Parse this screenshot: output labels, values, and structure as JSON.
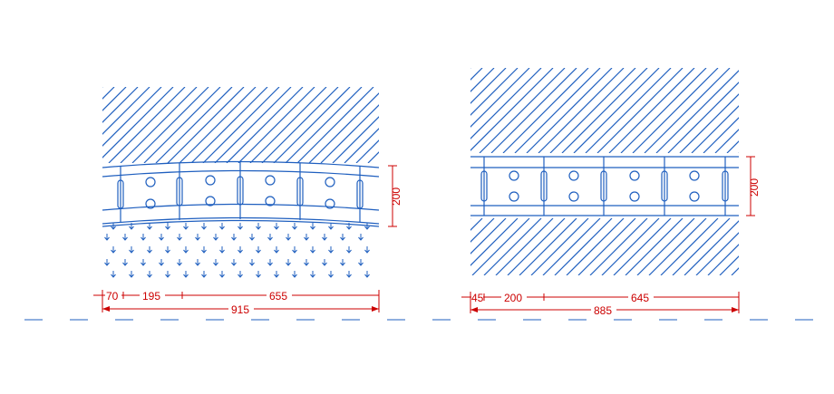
{
  "colors": {
    "structure": "#1f5fbf",
    "dimension": "#cc0000",
    "background": "#ffffff"
  },
  "left_detail": {
    "dim_segments": [
      "70",
      "195",
      "655"
    ],
    "dim_total": "915",
    "dim_height": "200"
  },
  "right_detail": {
    "dim_segments": [
      "45",
      "200",
      "645"
    ],
    "dim_total": "885",
    "dim_height": "200"
  }
}
